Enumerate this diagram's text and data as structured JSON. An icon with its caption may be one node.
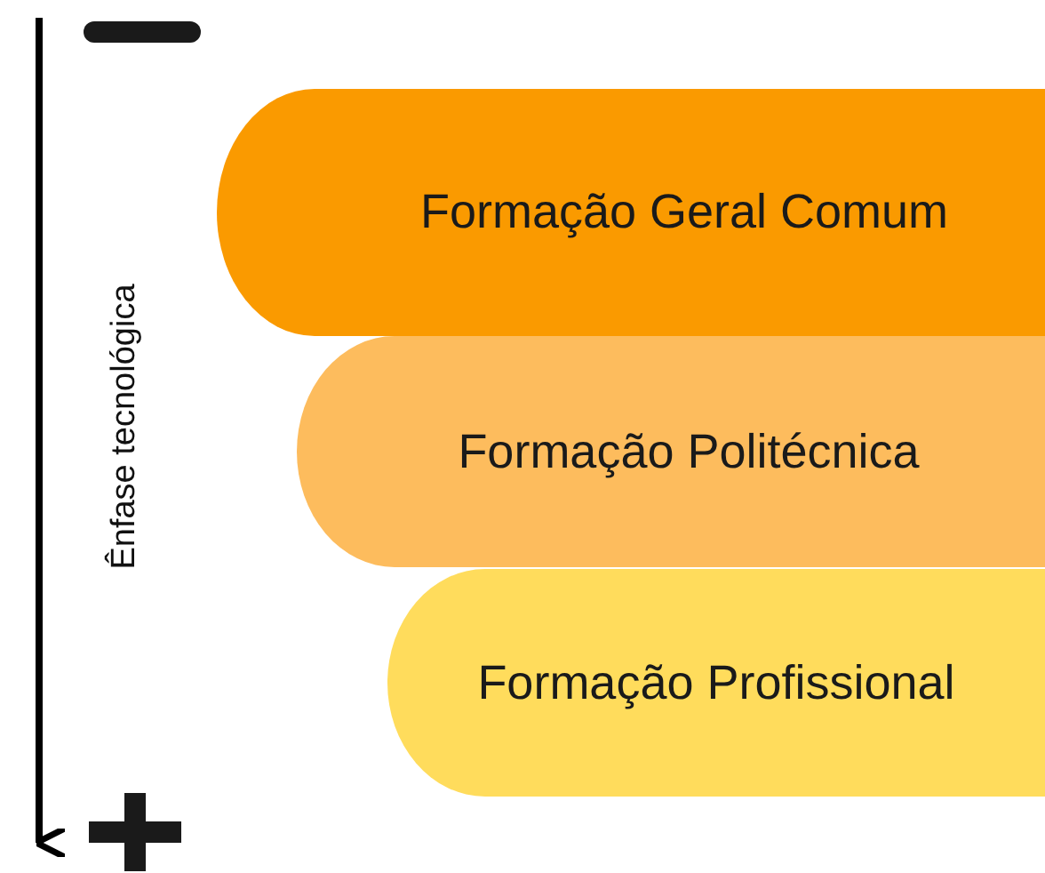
{
  "diagram": {
    "nodes": [
      {
        "text": [
          "Formação Geral Comum"
        ]
      },
      {
        "text": [
          "Formação Politécnica"
        ]
      },
      {
        "text": [
          "Formação Profissional"
        ]
      }
    ],
    "labels": [
      "Ênfase tecnológica"
    ]
  }
}
